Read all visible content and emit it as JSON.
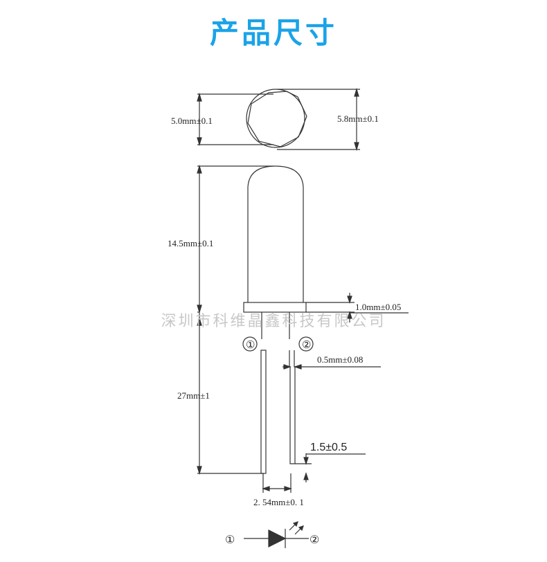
{
  "title": "产品尺寸",
  "watermark": "深圳市科维晶鑫科技有限公司",
  "dimensions": {
    "inner_diameter": "5.0mm±0.1",
    "outer_diameter": "5.8mm±0.1",
    "body_height": "14.5mm±0.1",
    "flange_height": "1.0mm±0.05",
    "lead_length": "27mm±1",
    "lead_width": "0.5mm±0.08",
    "lead_offset": "1.5±0.5",
    "lead_spacing": "2. 54mm±0. 1"
  },
  "pins": {
    "pin1": "①",
    "pin2": "②"
  },
  "symbol": {
    "pin1": "①",
    "pin2": "②",
    "type": "led-diode-symbol"
  }
}
